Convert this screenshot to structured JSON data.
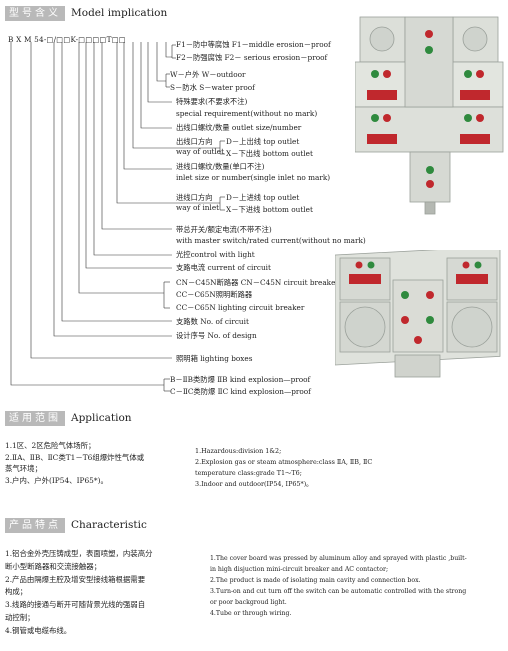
{
  "model_section": {
    "tag": "型号含义",
    "title_en": "Model implication",
    "code": "B X M 54-□/□□K-□□□□T□□",
    "labels": [
      "F1－防中等腐蚀  F1－middle erosion－proof",
      "F2－防强腐蚀   F2－ serious erosion－proof",
      "W－户外  W－outdoor",
      "S－防水   S－water proof",
      "特殊要求(不要求不注)",
      "special requirement(without no mark)",
      "出线口螺纹/数量  outlet size/number",
      "出线口方向",
      "way of outlet",
      "D－上出线 top outlet",
      "X－下出线 bottom outlet",
      "进线口螺纹/数量(单口不注)",
      "inlet size or number(single inlet no mark)",
      "进线口方向",
      "way of inlet",
      "D－上进线 top outlet",
      "X－下进线 bottom outlet",
      "带总开关/额定电流(不带不注)",
      "with master switch/rated current(without no mark)",
      "光控control with light",
      "支路电流 current of circuit",
      "CN－C45N断路器  CN－C45N circuit breaker",
      "CC－C65N照明断路器",
      "CC－C65N lighting  circuit breaker",
      "支路数 No. of circuit",
      "设计序号 No. of design",
      "照明箱 lighting boxes",
      "B－ⅡB类防爆   ⅡB kind explosion—proof",
      "C－ⅡC类防爆   ⅡC kind explosion—proof"
    ]
  },
  "application_section": {
    "tag": "适用范围",
    "title_en": "Application",
    "cn_items": [
      "1.1区、2区危险气体场所；",
      "2.ⅡA、ⅡB、ⅡC类T1－T6组爆炸性气体或",
      "  蒸气环境；",
      "3.户内、户外(IP54、IP65*)。"
    ],
    "en_items": [
      "1.Hazardous:division 1&2;",
      "2.Explosion gas or steam atmosphere:class ⅡA, ⅡB, ⅡC",
      "   temperature class:grade T1～T6;",
      "3.Indoor and outdoor(IP54, IP65*)。"
    ]
  },
  "characteristic_section": {
    "tag": "产品特点",
    "title_en": "Characteristic",
    "cn_items": [
      "1.铝合金外壳压铸成型，表面喷塑，内装高分",
      "  断小型断路器和交流接触器；",
      "2.产品由隔爆主腔及增安型接线箱根据需要",
      "  构成；",
      "3.线路的接通与断开可随背景光线的强弱自",
      "  动控制；",
      "4.钢管或电缆布线。"
    ],
    "en_items": [
      "1.The cover board was pressed by aluminum alloy and sprayed with plastic ,built-",
      "   in high disjuction mini-circuit breaker and AC contactor;",
      "2.The product is made of isolating main cavity and connection box.",
      "3.Turn-on and cut turn off the switch can be automatic controlled with the strong",
      "   or poor backgroud light.",
      "4.Tube or through wiring."
    ]
  },
  "colors": {
    "tag_bg": "#b9b9b9",
    "box_body": "#d9dcd6",
    "button_red": "#c0282d",
    "button_green": "#2f8a3e"
  }
}
